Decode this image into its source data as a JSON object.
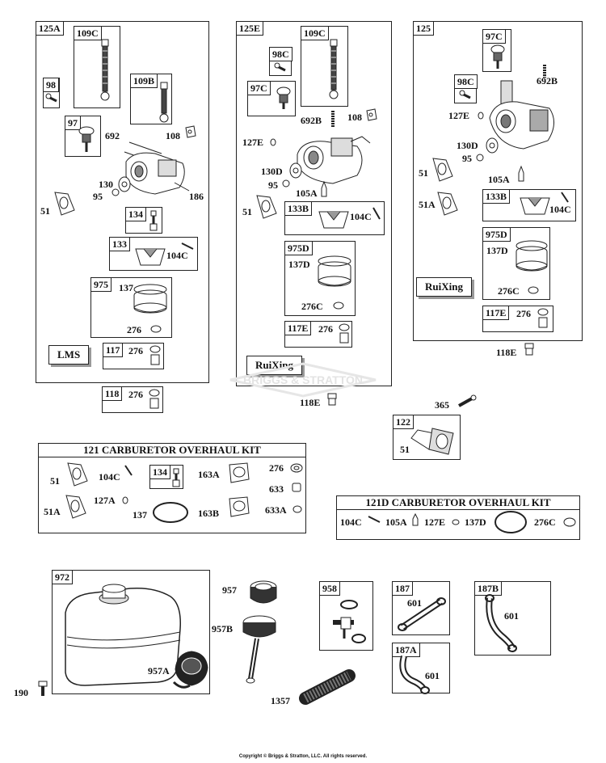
{
  "panel_125A": {
    "label": "125A",
    "parts": {
      "p109C": "109C",
      "p98": "98",
      "p109B": "109B",
      "p97": "97",
      "p692": "692",
      "p108": "108",
      "p130": "130",
      "p95": "95",
      "p186": "186",
      "p51": "51",
      "p134": "134",
      "p133": "133",
      "p104C": "104C",
      "p975": "975",
      "p137": "137",
      "p276": "276",
      "p117": "117",
      "p276b": "276"
    },
    "brand": "LMS"
  },
  "panel_125E": {
    "label": "125E",
    "parts": {
      "p109C": "109C",
      "p98C": "98C",
      "p97C": "97C",
      "p692B": "692B",
      "p108": "108",
      "p127E": "127E",
      "p130D": "130D",
      "p95": "95",
      "p105A": "105A",
      "p51": "51",
      "p133B": "133B",
      "p104C": "104C",
      "p975D": "975D",
      "p137D": "137D",
      "p276C": "276C",
      "p117E": "117E",
      "p276": "276"
    },
    "brand": "RuiXing"
  },
  "panel_125": {
    "label": "125",
    "parts": {
      "p97C": "97C",
      "p98C": "98C",
      "p692B": "692B",
      "p127E": "127E",
      "p130D": "130D",
      "p95": "95",
      "p51": "51",
      "p105A": "105A",
      "p51A": "51A",
      "p133B": "133B",
      "p104C": "104C",
      "p975D": "975D",
      "p137D": "137D",
      "p276C": "276C",
      "p117E": "117E",
      "p276": "276"
    },
    "brand": "RuiXing"
  },
  "loose": {
    "p118": "118",
    "p276": "276",
    "p118E_a": "118E",
    "p118E_b": "118E",
    "p365": "365",
    "p122": "122",
    "p51": "51"
  },
  "kit_121": {
    "title": "121 CARBURETOR OVERHAUL KIT",
    "parts": {
      "p51": "51",
      "p104C": "104C",
      "p134": "134",
      "p163A": "163A",
      "p276": "276",
      "p633": "633",
      "p51A": "51A",
      "p127A": "127A",
      "p137": "137",
      "p163B": "163B",
      "p633A": "633A"
    }
  },
  "kit_121D": {
    "title": "121D CARBURETOR OVERHAUL KIT",
    "parts": {
      "p104C": "104C",
      "p105A": "105A",
      "p127E": "127E",
      "p137D": "137D",
      "p276C": "276C"
    }
  },
  "fuel": {
    "p972": "972",
    "p190": "190",
    "p957": "957",
    "p957B": "957B",
    "p957A": "957A",
    "p1357": "1357",
    "p958": "958",
    "p187": "187",
    "p601a": "601",
    "p187A": "187A",
    "p601b": "601",
    "p187B": "187B",
    "p601c": "601"
  },
  "watermark": "BRIGGS & STRATTON",
  "copyright": "Copyright © Briggs & Stratton, LLC. All rights reserved."
}
